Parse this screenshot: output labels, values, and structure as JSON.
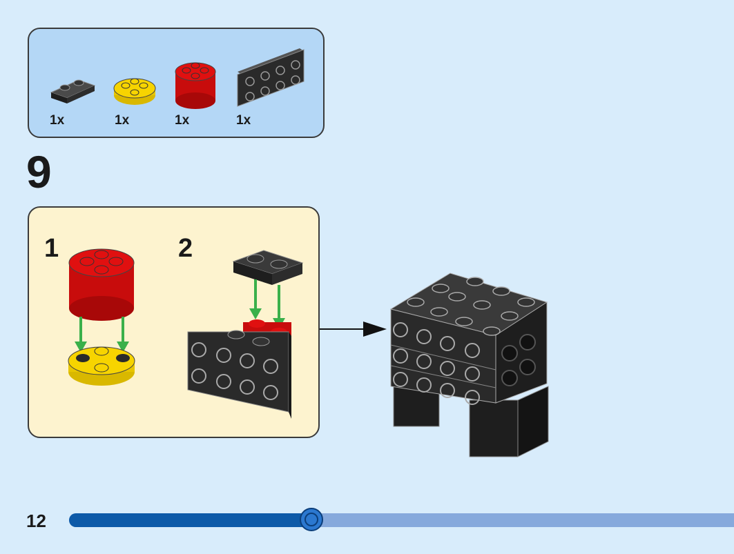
{
  "parts_list": {
    "items": [
      {
        "part": "black-plate-1x2-icon",
        "qty": "1x"
      },
      {
        "part": "yellow-round-plate-2x2-icon",
        "qty": "1x"
      },
      {
        "part": "red-round-brick-2x2-icon",
        "qty": "1x"
      },
      {
        "part": "black-bracket-2x4-icon",
        "qty": "1x"
      }
    ]
  },
  "step": {
    "number": "9",
    "substeps": [
      {
        "number": "1"
      },
      {
        "number": "2"
      }
    ]
  },
  "footer": {
    "page_number": "12",
    "progress": 0.365
  },
  "colors": {
    "page_background": "#d8ecfb",
    "parts_box": "#b4d7f6",
    "substep_box": "#fdf3cf",
    "brick_black": "#2a2a2a",
    "brick_red": "#e01010",
    "brick_yellow": "#f7d400",
    "arrow_green": "#3ab04a",
    "progress_fill": "#0d5aa8",
    "progress_track": "#86a9dc"
  }
}
